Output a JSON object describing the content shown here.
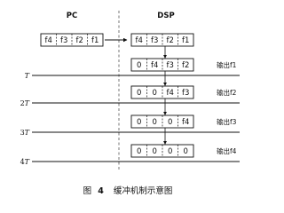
{
  "headers": {
    "pc": "PC",
    "dsp": "DSP"
  },
  "pc_buffer": {
    "cells": [
      "f4",
      "f3",
      "f2",
      "f1"
    ]
  },
  "dsp_buffers": [
    {
      "cells": [
        "f4",
        "f3",
        "f2",
        "f1"
      ],
      "output": ""
    },
    {
      "cells": [
        "0",
        "f4",
        "f3",
        "f2"
      ],
      "output": "输出f1"
    },
    {
      "cells": [
        "0",
        "0",
        "f4",
        "f3"
      ],
      "output": "输出f2"
    },
    {
      "cells": [
        "0",
        "0",
        "0",
        "f4"
      ],
      "output": "输出f3"
    },
    {
      "cells": [
        "0",
        "0",
        "0",
        "0"
      ],
      "output": "输出f4"
    }
  ],
  "time_marks": [
    {
      "prefix": "",
      "label": "T"
    },
    {
      "prefix": "2",
      "label": "T"
    },
    {
      "prefix": "3",
      "label": "T"
    },
    {
      "prefix": "4",
      "label": "T"
    }
  ],
  "caption": {
    "figure": "图",
    "number": "4",
    "text": "缓冲机制示意图"
  },
  "colors": {
    "line": "#111111",
    "dashed": "#555555",
    "background": "#ffffff"
  }
}
